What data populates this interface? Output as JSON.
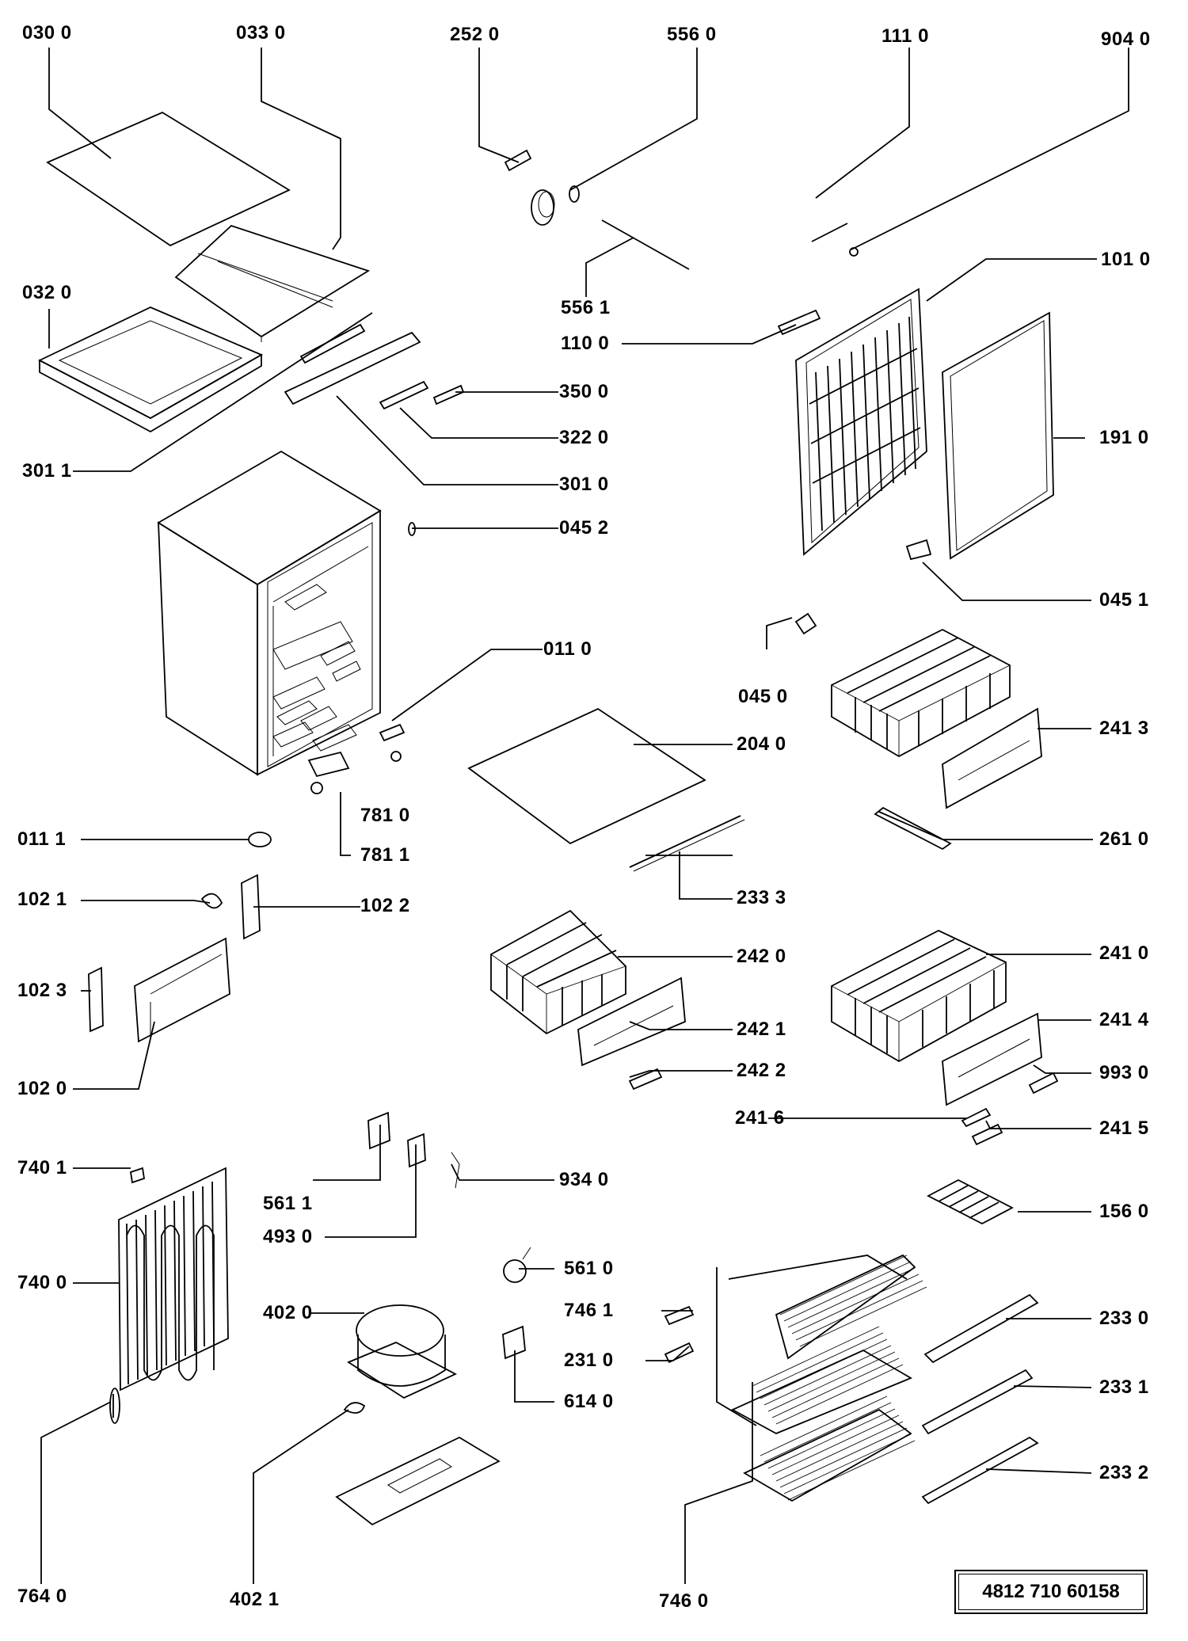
{
  "labels": {
    "030_0": "030 0",
    "033_0": "033 0",
    "252_0": "252 0",
    "556_0": "556 0",
    "111_0": "111 0",
    "904_0": "904 0",
    "032_0": "032 0",
    "101_0": "101 0",
    "556_1": "556 1",
    "110_0": "110 0",
    "350_0": "350 0",
    "322_0": "322 0",
    "191_0": "191 0",
    "301_1": "301 1",
    "301_0": "301 0",
    "045_2": "045 2",
    "045_1": "045 1",
    "011_0": "011 0",
    "045_0": "045 0",
    "241_3": "241 3",
    "204_0": "204 0",
    "781_0": "781 0",
    "011_1": "011 1",
    "781_1": "781 1",
    "261_0": "261 0",
    "233_3": "233 3",
    "102_1": "102 1",
    "102_2": "102 2",
    "242_0": "242 0",
    "241_0": "241 0",
    "102_3": "102 3",
    "242_1": "242 1",
    "241_4": "241 4",
    "242_2": "242 2",
    "993_0": "993 0",
    "102_0": "102 0",
    "241_6": "241 6",
    "241_5": "241 5",
    "740_1": "740 1",
    "934_0": "934 0",
    "561_1": "561 1",
    "156_0": "156 0",
    "493_0": "493 0",
    "740_0": "740 0",
    "561_0": "561 0",
    "746_1": "746 1",
    "402_0": "402 0",
    "233_0": "233 0",
    "231_0": "231 0",
    "614_0": "614 0",
    "233_1": "233 1",
    "233_2": "233 2",
    "764_0": "764 0",
    "402_1": "402 1",
    "746_0": "746 0"
  },
  "part_number": "4812   710   60158"
}
